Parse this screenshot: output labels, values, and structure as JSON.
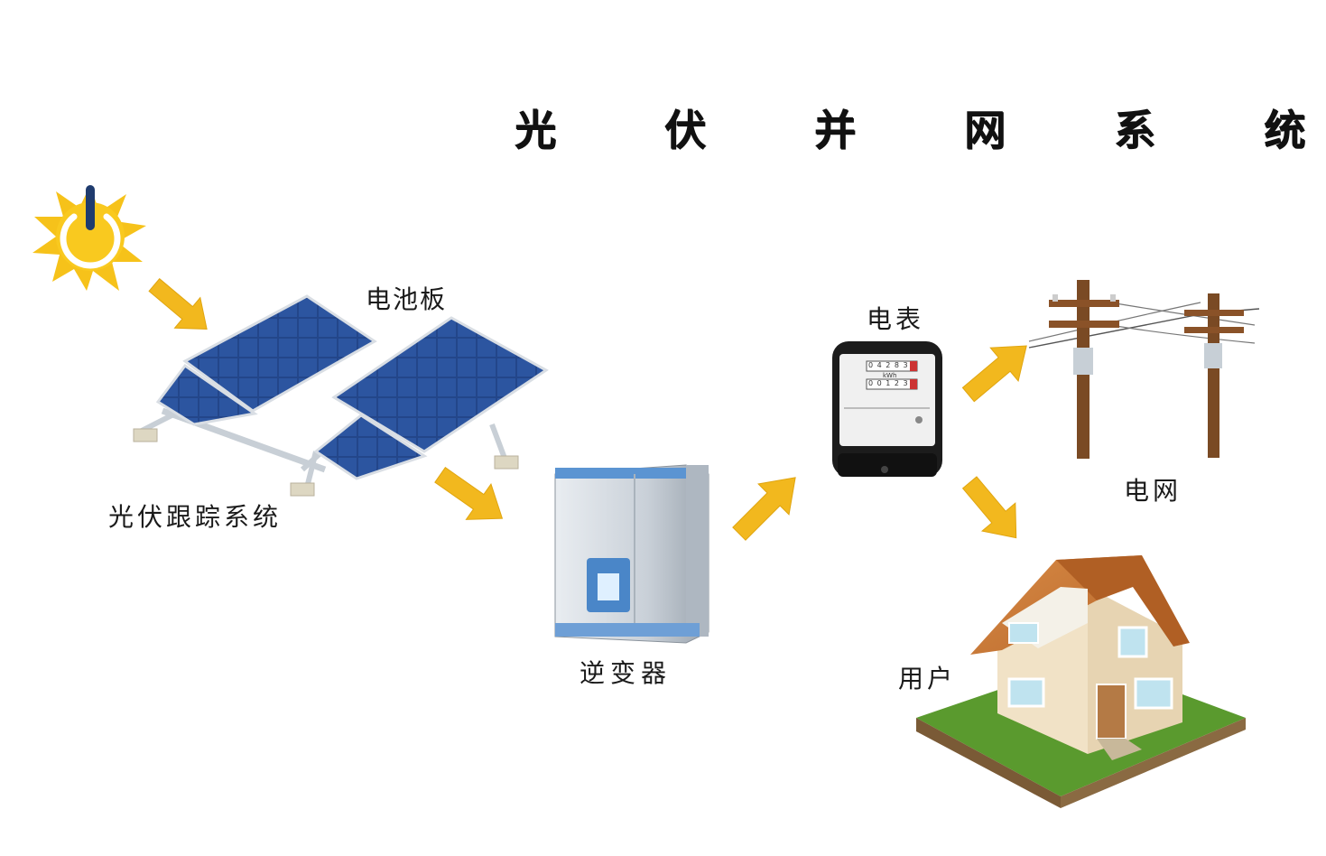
{
  "title": "光 伏 并 网 系 统",
  "labels": {
    "panels": "电池板",
    "tracker": "光伏跟踪系统",
    "inverter": "逆变器",
    "meter": "电表",
    "grid": "电网",
    "user": "用户"
  },
  "meter_display": {
    "unit": "kWh",
    "row1_digits": "0 4 2 8 3",
    "row2_digits": "0 0 1 2 3"
  },
  "colors": {
    "arrow": "#f2b81e",
    "panel": "#1e3d7a",
    "sun": "#f6c21a",
    "inverter_accent": "#4a86c8",
    "roof": "#c9793a",
    "grass": "#4f8f2a",
    "pole": "#7a4a24"
  },
  "icons": [
    "sun-power-icon",
    "solar-panel-icon",
    "inverter-icon",
    "electric-meter-icon",
    "utility-pole-icon",
    "house-icon",
    "arrow-icon"
  ]
}
